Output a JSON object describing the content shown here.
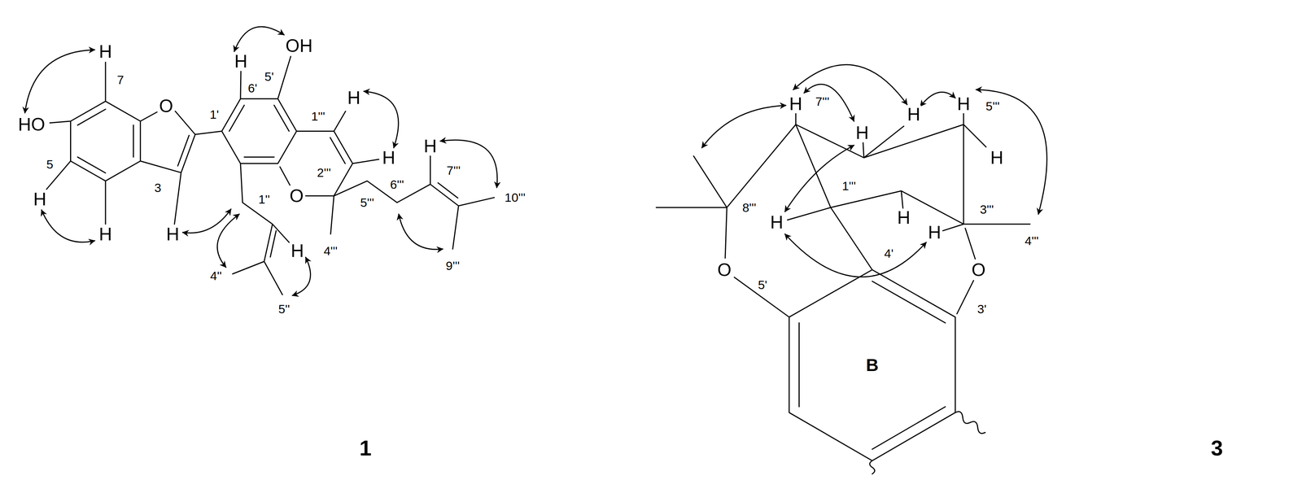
{
  "diagram": {
    "labels": [
      "H",
      "7",
      "HO",
      "5",
      "H",
      "H",
      "O",
      "3",
      "H",
      "1'",
      "H",
      "6'",
      "OH",
      "5'",
      "1'''",
      "H",
      "2'''",
      "H",
      "O",
      "4'''",
      "5'''",
      "6'''",
      "H",
      "7'''",
      "9'''",
      "10'''",
      "1''",
      "H",
      "4''",
      "5''",
      "1",
      "8'''",
      "O",
      "5'",
      "H",
      "7'''",
      "H",
      "H",
      "H",
      "5'''",
      "H",
      "1'''",
      "H",
      "H",
      "H",
      "3'''",
      "4'''",
      "O",
      "4'",
      "3'",
      "B",
      "3"
    ]
  }
}
